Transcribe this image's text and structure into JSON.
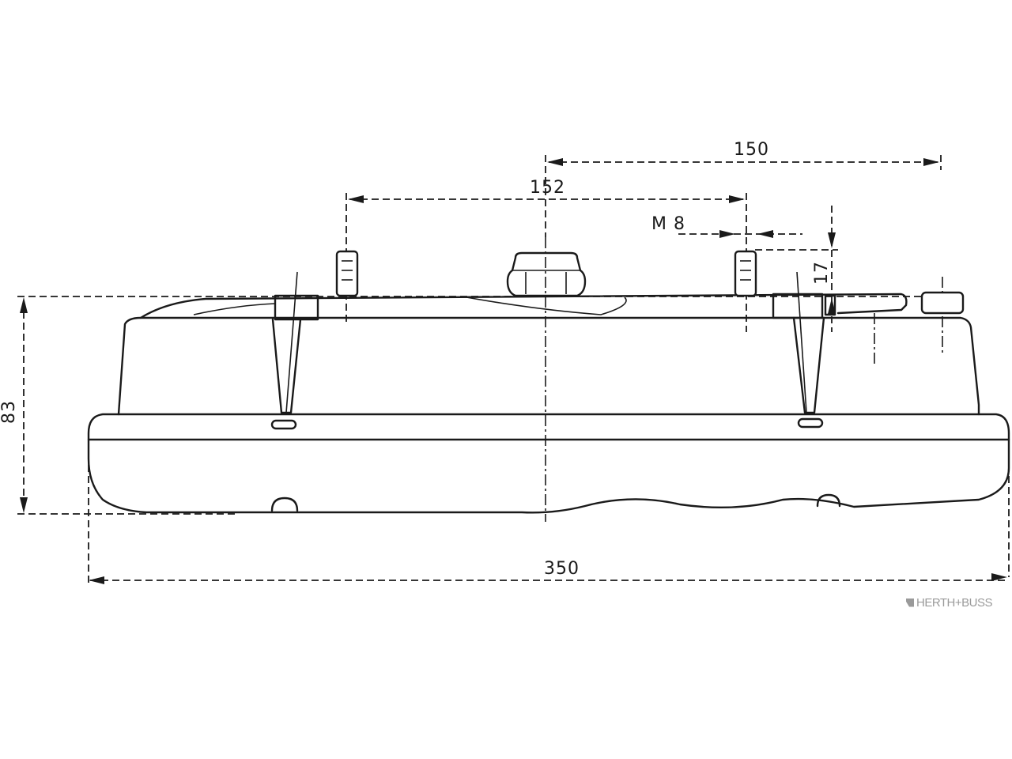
{
  "dimensions": {
    "total_width": "350",
    "stud_spacing": "152",
    "offset_spacing": "150",
    "thread": "M 8",
    "stud_height": "17",
    "housing_height": "83"
  },
  "brand": {
    "text": "HERTH+BUSS"
  }
}
